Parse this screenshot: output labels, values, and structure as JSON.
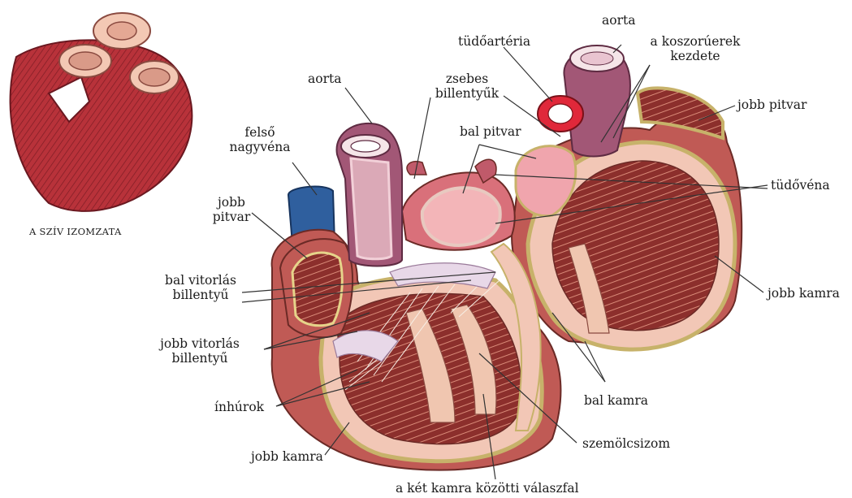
{
  "colors": {
    "muscle": "#b8323a",
    "muscle_dark": "#7d1c24",
    "wall": "#f2c7b6",
    "wall_edge": "#e6d48a",
    "cavity": "#8c2f2c",
    "aorta": "#a25776",
    "vein": "#2f5f9e",
    "pulm": "#e0283a",
    "leaders": "#333333"
  },
  "inset": {
    "caption": "A SZÍV IZOMZATA"
  },
  "labels": {
    "aorta_left": "aorta",
    "zsebes_1": "zsebes",
    "zsebes_2": "billentyűk",
    "tudoarteria": "tüdőartéria",
    "aorta_top": "aorta",
    "koszoru_1": "a koszorúerek",
    "koszoru_2": "kezdete",
    "jobb_pitvar_right": "jobb pitvar",
    "felso_1": "felső",
    "felso_2": "nagyvéna",
    "bal_pitvar": "bal pitvar",
    "tudovena": "tüdővéna",
    "jobb_pitvar_left_1": "jobb",
    "jobb_pitvar_left_2": "pitvar",
    "jobb_kamra_right": "jobb kamra",
    "bal_vitorlas_1": "bal vitorlás",
    "bal_vitorlas_2": "billentyű",
    "jobb_vitorlas_1": "jobb vitorlás",
    "jobb_vitorlas_2": "billentyű",
    "bal_kamra": "bal kamra",
    "inhurok": "ínhúrok",
    "szemolcsizom": "szemölcsizom",
    "jobb_kamra_bottom": "jobb kamra",
    "valaszfal": "a két kamra közötti válaszfal"
  }
}
